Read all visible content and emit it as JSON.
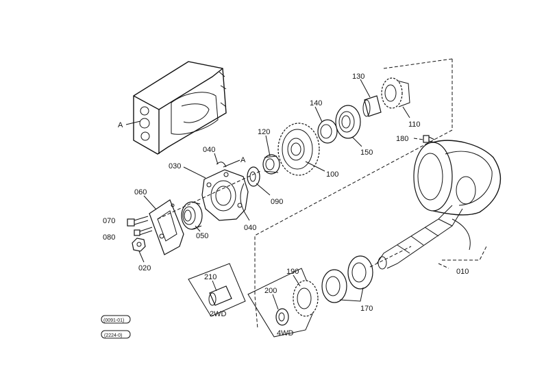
{
  "labels": {
    "a_left": "A",
    "a_right": "A",
    "p010": "010",
    "p020": "020",
    "p030": "030",
    "p040_top": "040",
    "p040_bottom": "040",
    "p050": "050",
    "p060": "060",
    "p070": "070",
    "p080": "080",
    "p090": "090",
    "p100": "100",
    "p110": "110",
    "p120": "120",
    "p130": "130",
    "p140": "140",
    "p150": "150",
    "p170": "170",
    "p180": "180",
    "p190": "190",
    "p200": "200",
    "p210": "210",
    "box_2wd": "2WD",
    "box_4wd": "4WD",
    "serial_1": "(0091-01)",
    "serial_2": "(2224-0)"
  }
}
